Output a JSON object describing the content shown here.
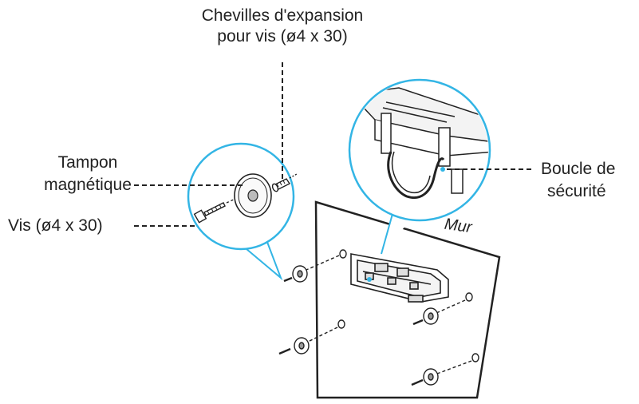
{
  "labels": {
    "anchors_line1": "Chevilles d'expansion",
    "anchors_line2": "pour vis (ø4 x 30)",
    "magnetic_pad_line1": "Tampon",
    "magnetic_pad_line2": "magnétique",
    "screw": "Vis (ø4 x 30)",
    "safety_loop_line1": "Boucle de",
    "safety_loop_line2": "sécurité",
    "wall": "Mur"
  },
  "colors": {
    "stroke": "#222222",
    "callout_circle": "#33b5e5",
    "highlight": "#33b5e5"
  }
}
